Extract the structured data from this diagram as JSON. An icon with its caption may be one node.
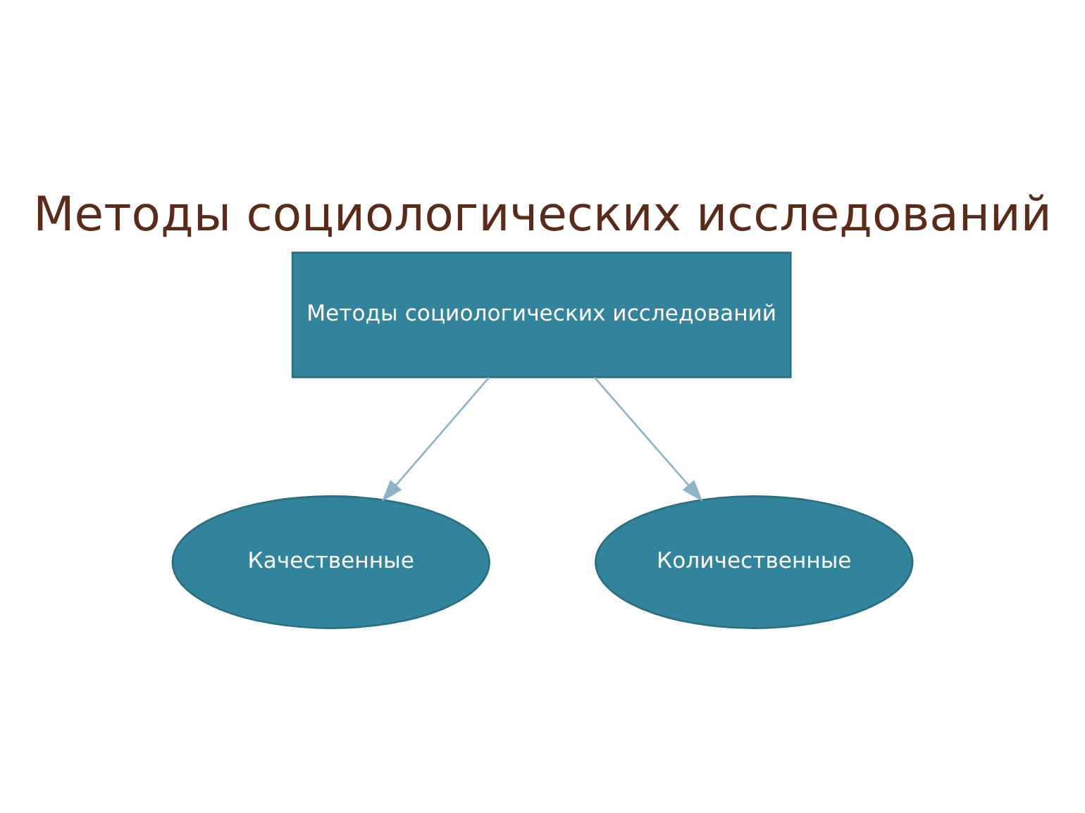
{
  "diagram": {
    "title": "Методы социологических исследований",
    "nodes": [
      {
        "text": [
          "Методы социологических исследований"
        ]
      },
      {
        "text": [
          "Качественные"
        ]
      },
      {
        "text": [
          "Количественные"
        ]
      }
    ],
    "edges": [
      {
        "from": 0,
        "to": 1,
        "arrow": "to"
      },
      {
        "from": 0,
        "to": 2,
        "arrow": "to"
      }
    ]
  }
}
